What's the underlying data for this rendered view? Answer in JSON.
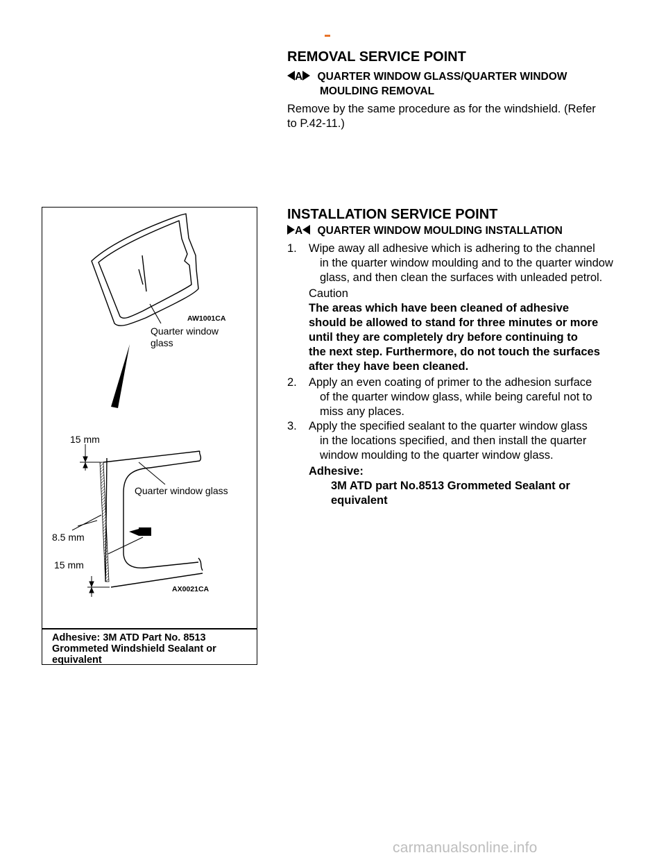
{
  "removal": {
    "heading": "REMOVAL SERVICE POINT",
    "marker_letter": "A",
    "subheading_line1": "QUARTER  WINDOW  GLASS/QUARTER  WINDOW",
    "subheading_line2": "MOULDING  REMOVAL",
    "text_line1": "Remove by the same procedure as for the windshield. (Refer",
    "text_line2": "to  P.42-11.)"
  },
  "installation": {
    "heading": "INSTALLATION  SERVICE  POINT",
    "marker_letter": "A",
    "subheading": "QUARTER  WINDOW  MOULDING  INSTALLATION",
    "steps": [
      {
        "number": "1.",
        "lines": [
          "Wipe away all adhesive which is adhering to the channel",
          "in the quarter window moulding and to the quarter window",
          "glass, and then clean the surfaces with unleaded petrol."
        ]
      },
      {
        "number": "2.",
        "lines": [
          "Apply an even coating of primer to the adhesion surface",
          "of  the  quarter  window  glass,  while  being  careful  not  to",
          "miss  any  places."
        ]
      },
      {
        "number": "3.",
        "lines": [
          "Apply  the  specified  sealant  to  the  quarter  window  glass",
          "in  the  locations  specified,  and  then  install  the  quarter",
          "window  moulding  to  the  quarter  window  glass."
        ]
      }
    ],
    "caution": {
      "title": "Caution",
      "lines": [
        "The  areas  which  have  been  cleaned  of  adhesive",
        "should be allowed to stand for three minutes or more",
        "until  they  are  completely  dry  before  continuing  to",
        "the next step. Furthermore, do not touch the surfaces",
        "after  they  have  been  cleaned."
      ]
    },
    "adhesive": {
      "label": "Adhesive:",
      "line1": "3M  ATD  part  No.8513  Grommeted  Sealant  or",
      "line2": "equivalent"
    }
  },
  "figure": {
    "code_top": "AW1001CA",
    "label_glass_line1": "Quarter window",
    "label_glass_line2": "glass",
    "dim_top": "15 mm",
    "label_glass_detail": "Quarter window glass",
    "dim_mid": "8.5 mm",
    "dim_bottom": "15 mm",
    "code_bottom": "AX0021CA",
    "caption_line1": "Adhesive:  3M  ATD  Part  No.  8513",
    "caption_line2": "Grommeted  Windshield  Sealant  or",
    "caption_line3": "equivalent"
  },
  "watermark": "carmanualsonline.info",
  "colors": {
    "accent_dash": "#e8742a",
    "watermark": "#bdbdbd"
  }
}
